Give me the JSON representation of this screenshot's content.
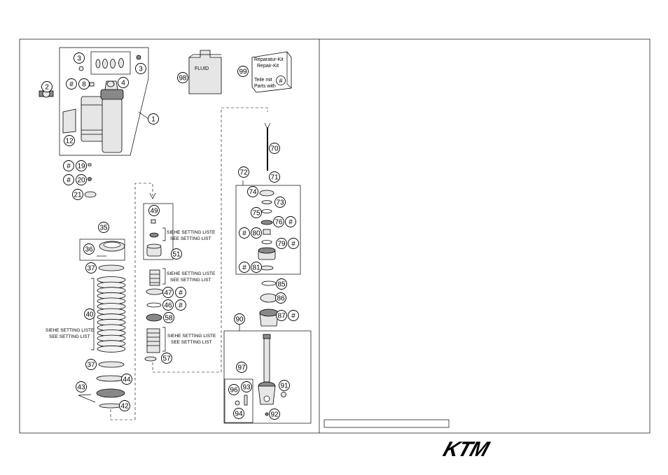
{
  "callouts": [
    "1",
    "2",
    "3",
    "3",
    "4",
    "#",
    "8",
    "12",
    "#",
    "19",
    "#",
    "20",
    "21",
    "35",
    "36",
    "37",
    "40",
    "37",
    "44",
    "43",
    "42",
    "49",
    "51",
    "47",
    "#",
    "46",
    "#",
    "58",
    "57",
    "98",
    "99",
    "70",
    "71",
    "72",
    "74",
    "73",
    "75",
    "76",
    "#",
    "#",
    "80",
    "79",
    "#",
    "#",
    "81",
    "85",
    "86",
    "87",
    "#",
    "90",
    "97",
    "96",
    "93",
    "94",
    "91",
    "92"
  ],
  "setting_labels": [
    {
      "de": "SIEHE SETTING LISTE",
      "en": "SEE SETTING LIST"
    },
    {
      "de": "SIEHE SETTING LISTE",
      "en": "SEE SETTING LIST"
    },
    {
      "de": "SIEHE SETTING LISTE",
      "en": "SEE SETTING LIST"
    },
    {
      "de": "SIEHE SETTING LISTE",
      "en": "SEE SETTING LIST"
    }
  ],
  "fluid_label": "FLUID",
  "repair_kit": {
    "line1": "Reparatur-Kit",
    "line2": "Repair-Kit",
    "line3": "Teile mit",
    "line4": "Parts with",
    "mark": "#"
  },
  "brand": "KTM",
  "colors": {
    "line": "#000000",
    "part_fill": "#e6e6e6",
    "part_dark": "#888888"
  }
}
